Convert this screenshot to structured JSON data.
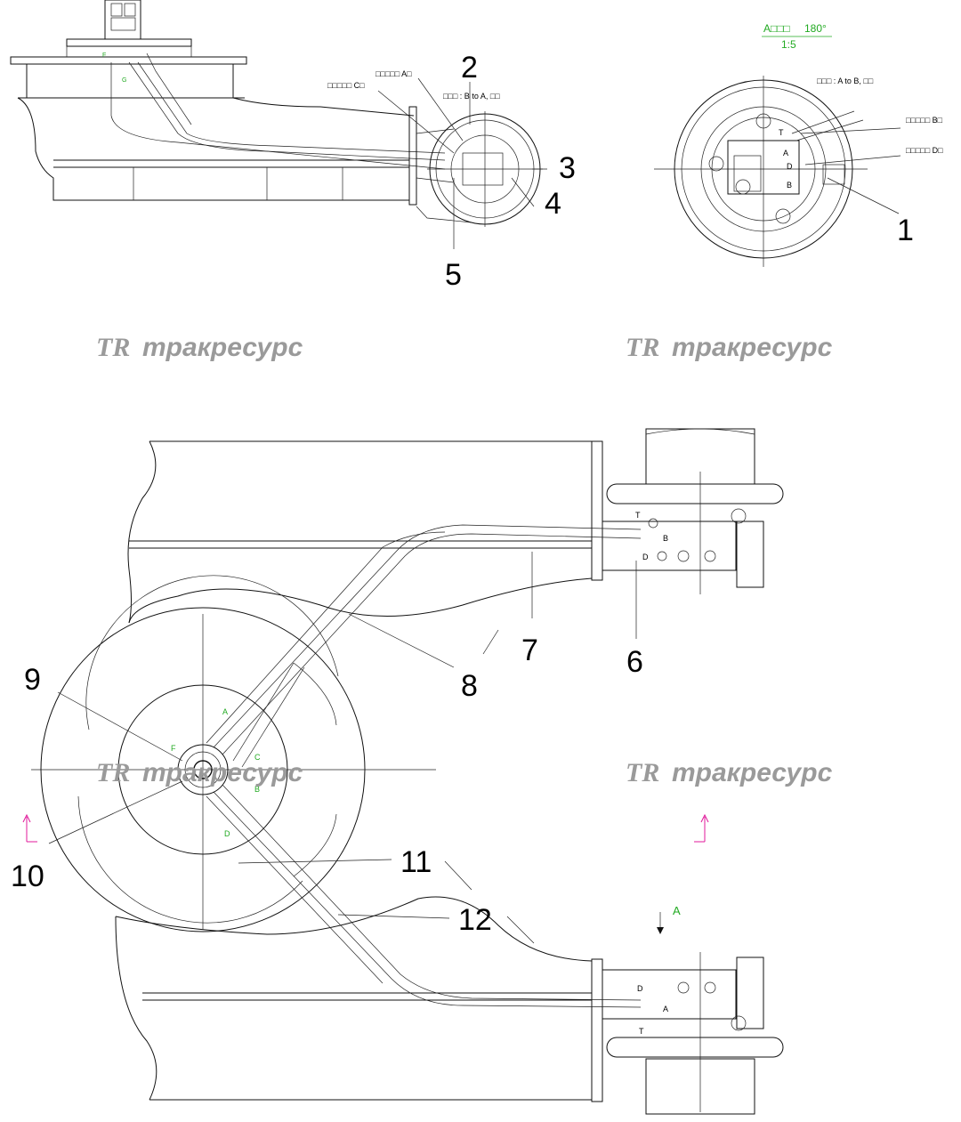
{
  "callouts": [
    "1",
    "2",
    "3",
    "4",
    "5",
    "6",
    "7",
    "8",
    "9",
    "10",
    "11",
    "12"
  ],
  "view_a_title": "A□□□",
  "view_a_angle": "180°",
  "view_a_scale": "1:5",
  "label_a_to_b": "□□□   : A to B,         □□",
  "label_b_to_a": "□□□   : B to A,         □□",
  "label_a_port": "□□□□□       A□",
  "label_c_port": "□□□□□      C□",
  "label_b_port": "□□□□□      B□",
  "label_d_port": "□□□□□      D□",
  "view_arrow": "A",
  "ports": {
    "A": "A",
    "B": "B",
    "C": "C",
    "D": "D",
    "F": "F",
    "T": "T",
    "G": "G"
  },
  "watermark": {
    "logo": "TR",
    "text": "тракресурс"
  },
  "colors": {
    "line": "#111111",
    "annotation": "#22aa22",
    "watermark": "#9a9a9a",
    "marker": "#e0199b"
  }
}
